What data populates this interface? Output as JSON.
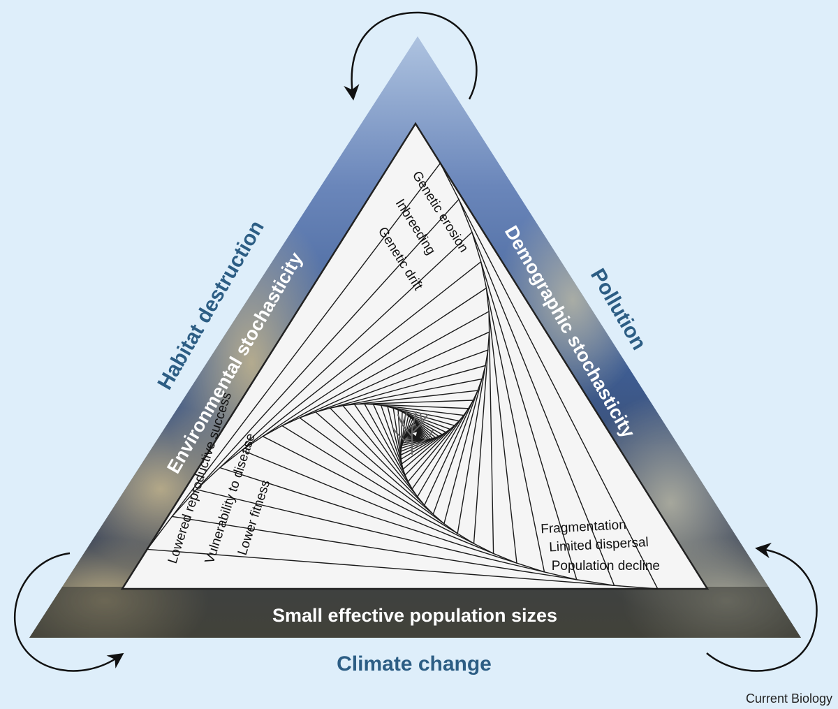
{
  "threats": {
    "habitat": "Habitat destruction",
    "pollution": "Pollution",
    "climate": "Climate change"
  },
  "stochasticity": {
    "environmental": "Environmental stochasticity",
    "demographic": "Demographic stochasticity",
    "small_pop": "Small effective population sizes"
  },
  "genetic_side": [
    "Genetic erosion",
    "Inbreeding",
    "Genetic drift"
  ],
  "fitness_side": [
    "Lowered reproductive success",
    "Vulnerability to disease",
    "Lower fitness"
  ],
  "population_side": [
    "Fragmentation",
    "Limited dispersal",
    "Population decline"
  ],
  "credit": "Current Biology",
  "colors": {
    "background": "#deeefa",
    "threat_text": "#2c5d84",
    "ocean_top": "#9fb8d9",
    "ocean_mid": "#3f5f96",
    "reef": "#5d5a48",
    "inner_fill": "#f5f5f5"
  },
  "icons": [
    "cycle-arrow-icon",
    "coral-icon"
  ]
}
